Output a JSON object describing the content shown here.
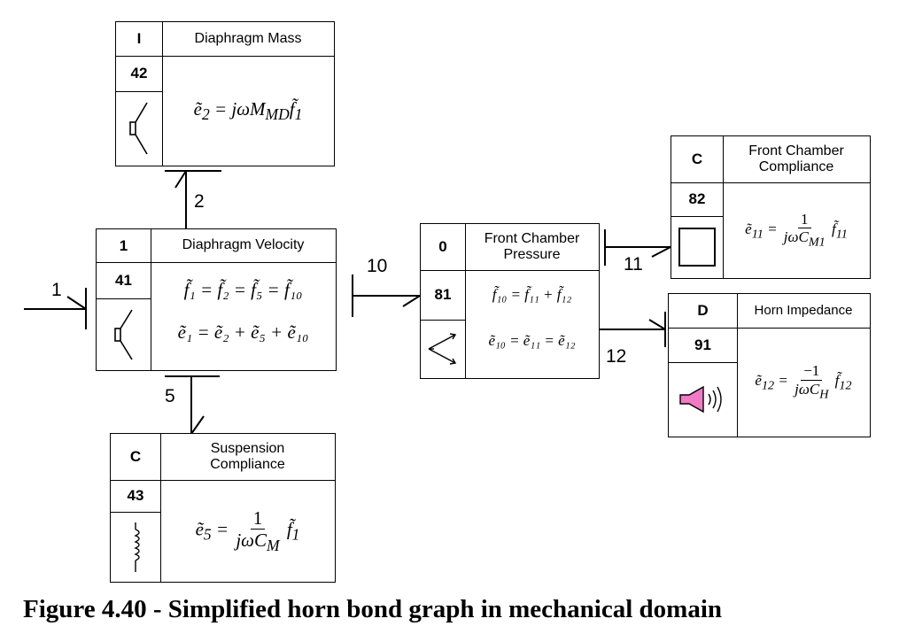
{
  "caption": "Figure 4.40 - Simplified horn bond graph in mechanical domain",
  "blocks": {
    "diaphragm_mass": {
      "type": "I",
      "id": "42",
      "name": "Diaphragm Mass",
      "eq": "ẽ₂ = jωM_MD f̃₁"
    },
    "diaphragm_velocity": {
      "type": "1",
      "id": "41",
      "name": "Diaphragm Velocity",
      "eq1": "f̃₁ = f̃₂ = f̃₅ = f̃₁₀",
      "eq2": "ẽ₁ = ẽ₂ + ẽ₅ + ẽ₁₀"
    },
    "suspension_compliance": {
      "type": "C",
      "id": "43",
      "name": "Suspension Compliance"
    },
    "front_chamber_pressure": {
      "type": "0",
      "id": "81",
      "name": "Front Chamber Pressure",
      "eq1": "f̃₁₀ = f̃₁₁ + f̃₁₂",
      "eq2": "ẽ₁₀ = ẽ₁₁ = ẽ₁₂"
    },
    "front_chamber_compliance": {
      "type": "C",
      "id": "82",
      "name": "Front Chamber Compliance"
    },
    "horn_impedance": {
      "type": "D",
      "id": "91",
      "name": "Horn Impedance"
    }
  },
  "bonds": {
    "b1": "1",
    "b2": "2",
    "b5": "5",
    "b10": "10",
    "b11": "11",
    "b12": "12"
  }
}
